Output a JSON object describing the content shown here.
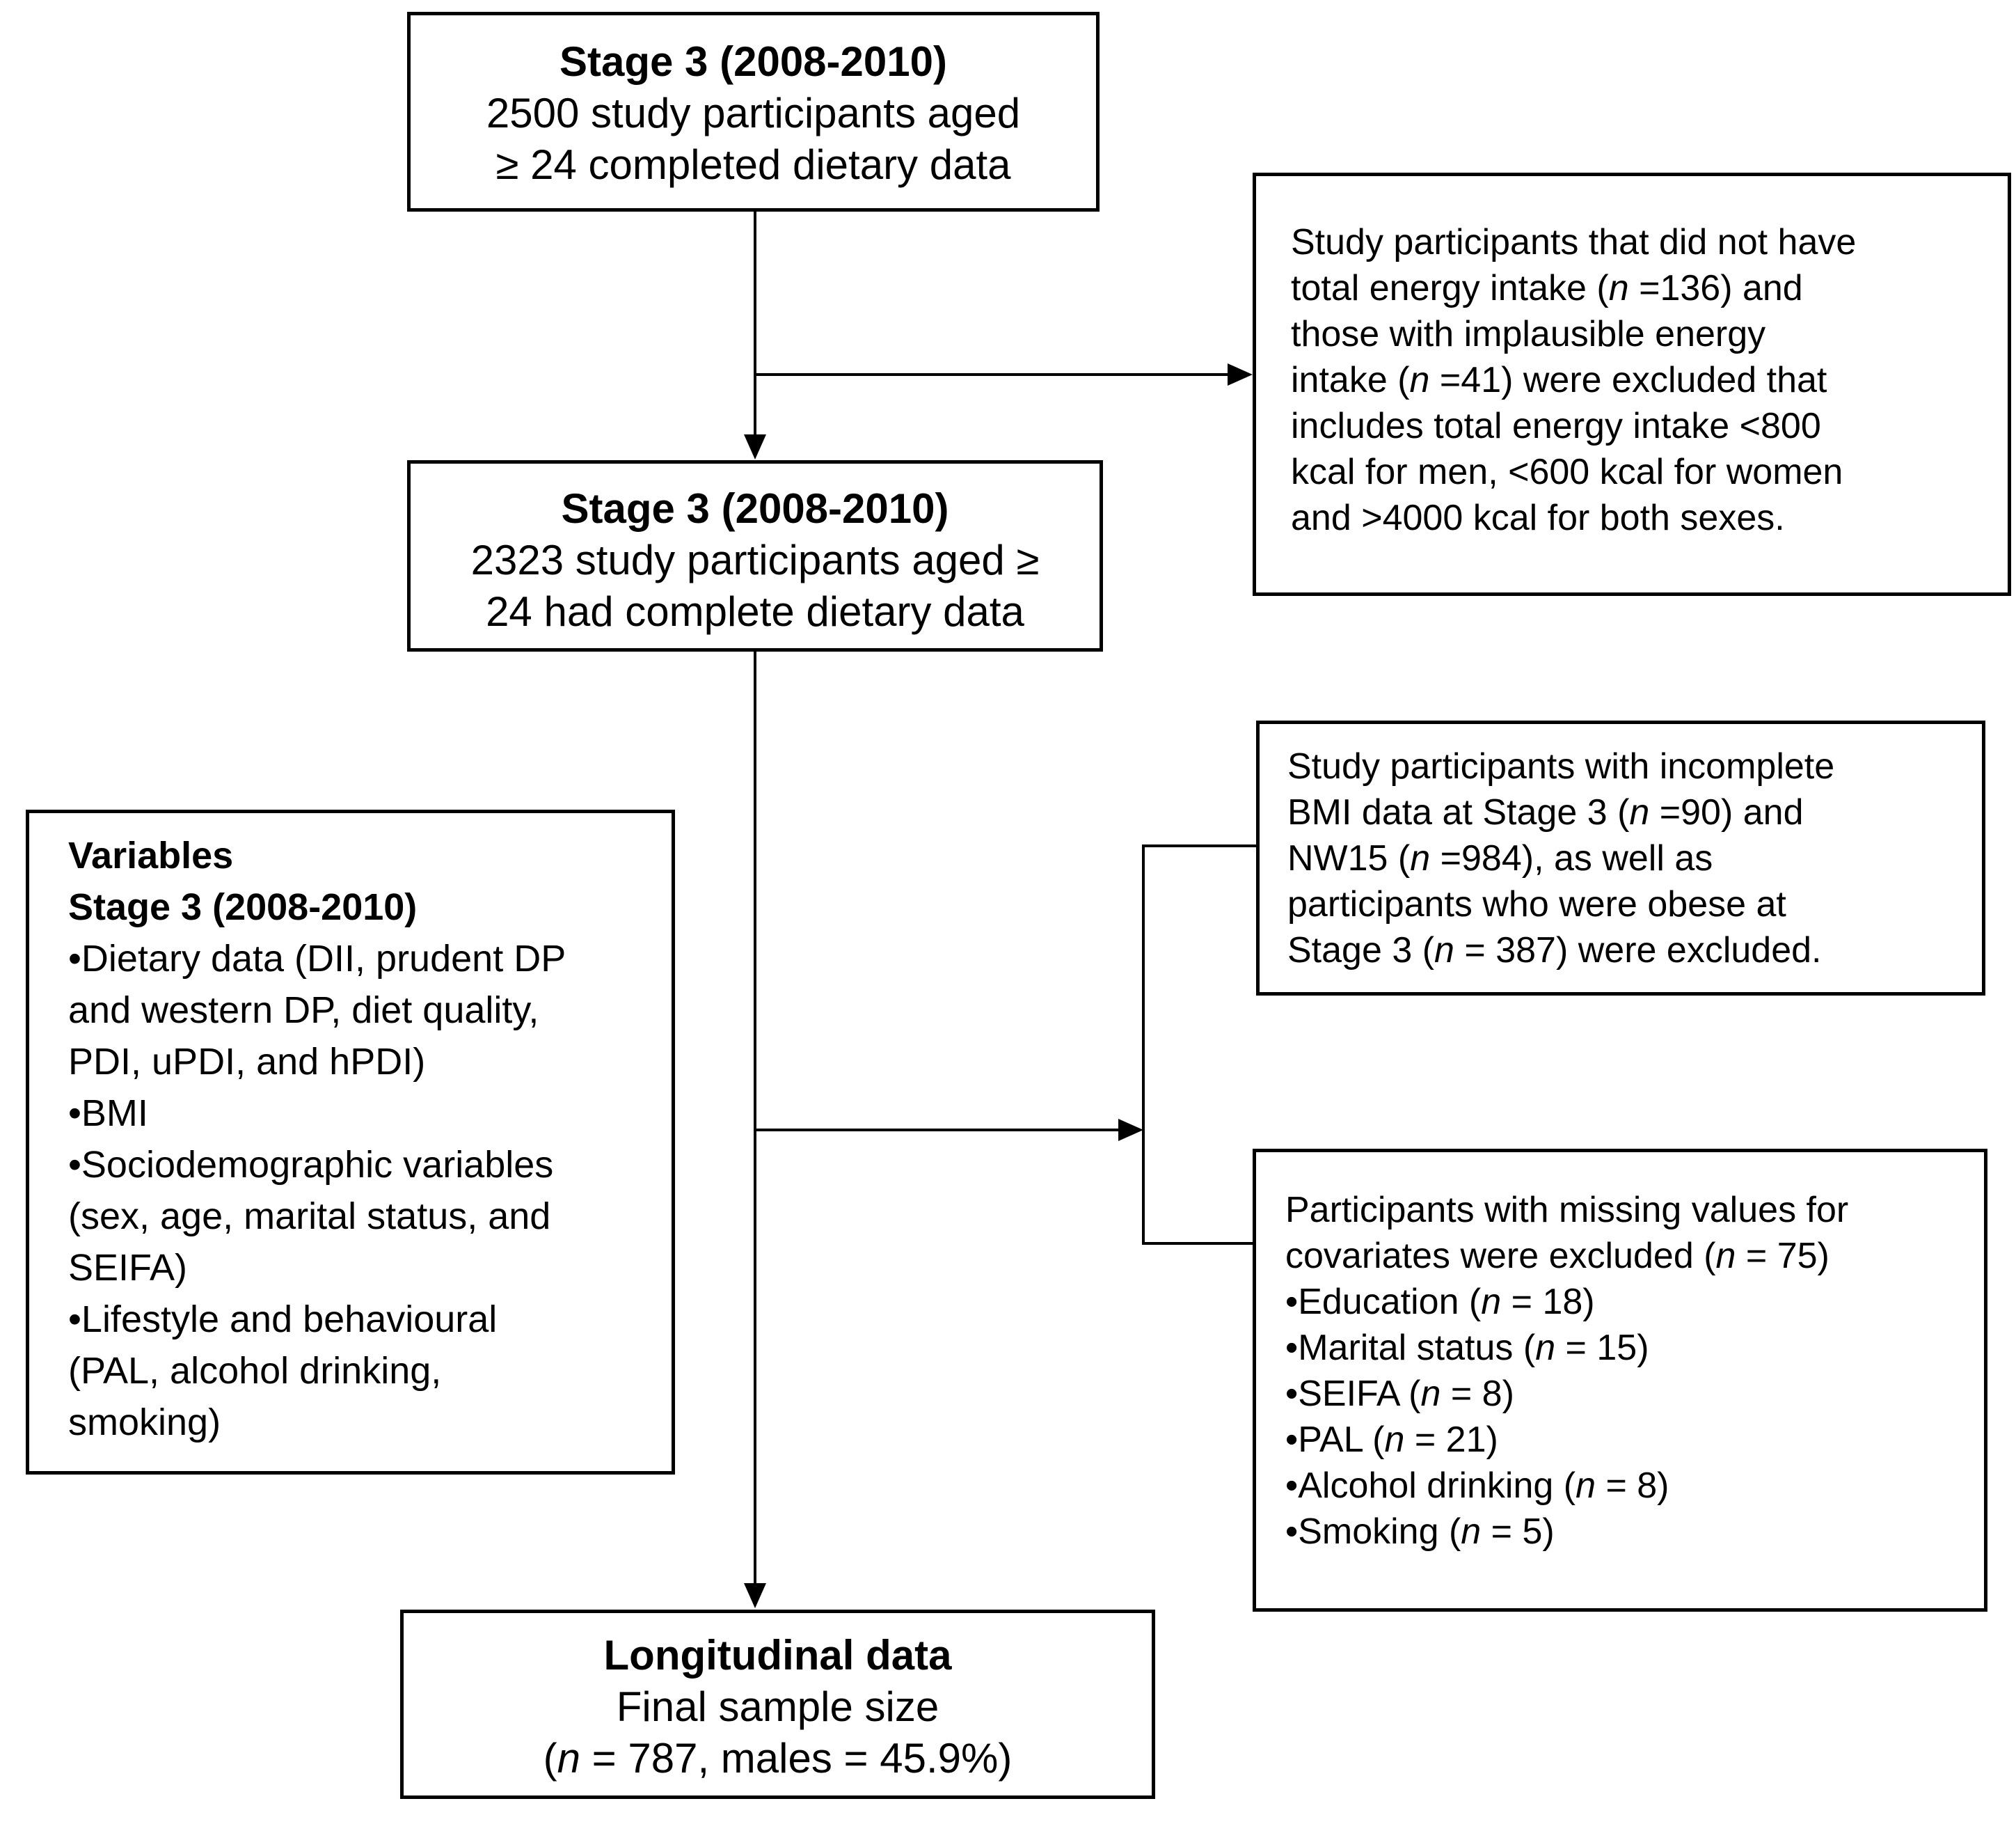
{
  "diagram": {
    "background_color": "#ffffff",
    "line_color": "#000000",
    "boxes": {
      "stage3_initial": {
        "heading": "Stage 3 (2008-2010)",
        "body": "2500 study participants aged\n≥ 24 completed dietary data"
      },
      "exclusion_energy": {
        "body": "Study participants that did not have\ntotal energy intake (n =136) and\nthose with implausible energy\nintake (n =41) were excluded that\nincludes total energy intake <800\nkcal for men, <600 kcal for women\nand >4000 kcal for both sexes."
      },
      "stage3_complete": {
        "heading": "Stage 3 (2008-2010)",
        "body": "2323 study participants aged ≥\n24 had complete dietary data"
      },
      "variables": {
        "heading": "Variables",
        "subheading": "Stage 3 (2008-2010)",
        "items": [
          "•Dietary data (DII, prudent DP\nand western DP, diet quality,\nPDI, uPDI, and hPDI)",
          "•BMI",
          "•Sociodemographic variables\n(sex, age, marital status, and\nSEIFA)",
          "•Lifestyle and behavioural\n(PAL, alcohol drinking,\nsmoking)"
        ]
      },
      "exclusion_bmi": {
        "body": "Study participants with incomplete\nBMI data at Stage 3 (n =90) and\nNW15 (n =984), as well as\nparticipants who were obese at\nStage 3 (n = 387) were excluded."
      },
      "exclusion_covariates": {
        "intro": "Participants with missing values for\ncovariates were excluded (n = 75)",
        "items": [
          "•Education (n = 18)",
          "•Marital status (n = 15)",
          "•SEIFA (n = 8)",
          "•PAL (n = 21)",
          "•Alcohol drinking (n = 8)",
          "•Smoking (n = 5)"
        ]
      },
      "final": {
        "heading": "Longitudinal data",
        "line1": "Final sample size",
        "line2": "(n = 787, males = 45.9%)"
      }
    }
  }
}
